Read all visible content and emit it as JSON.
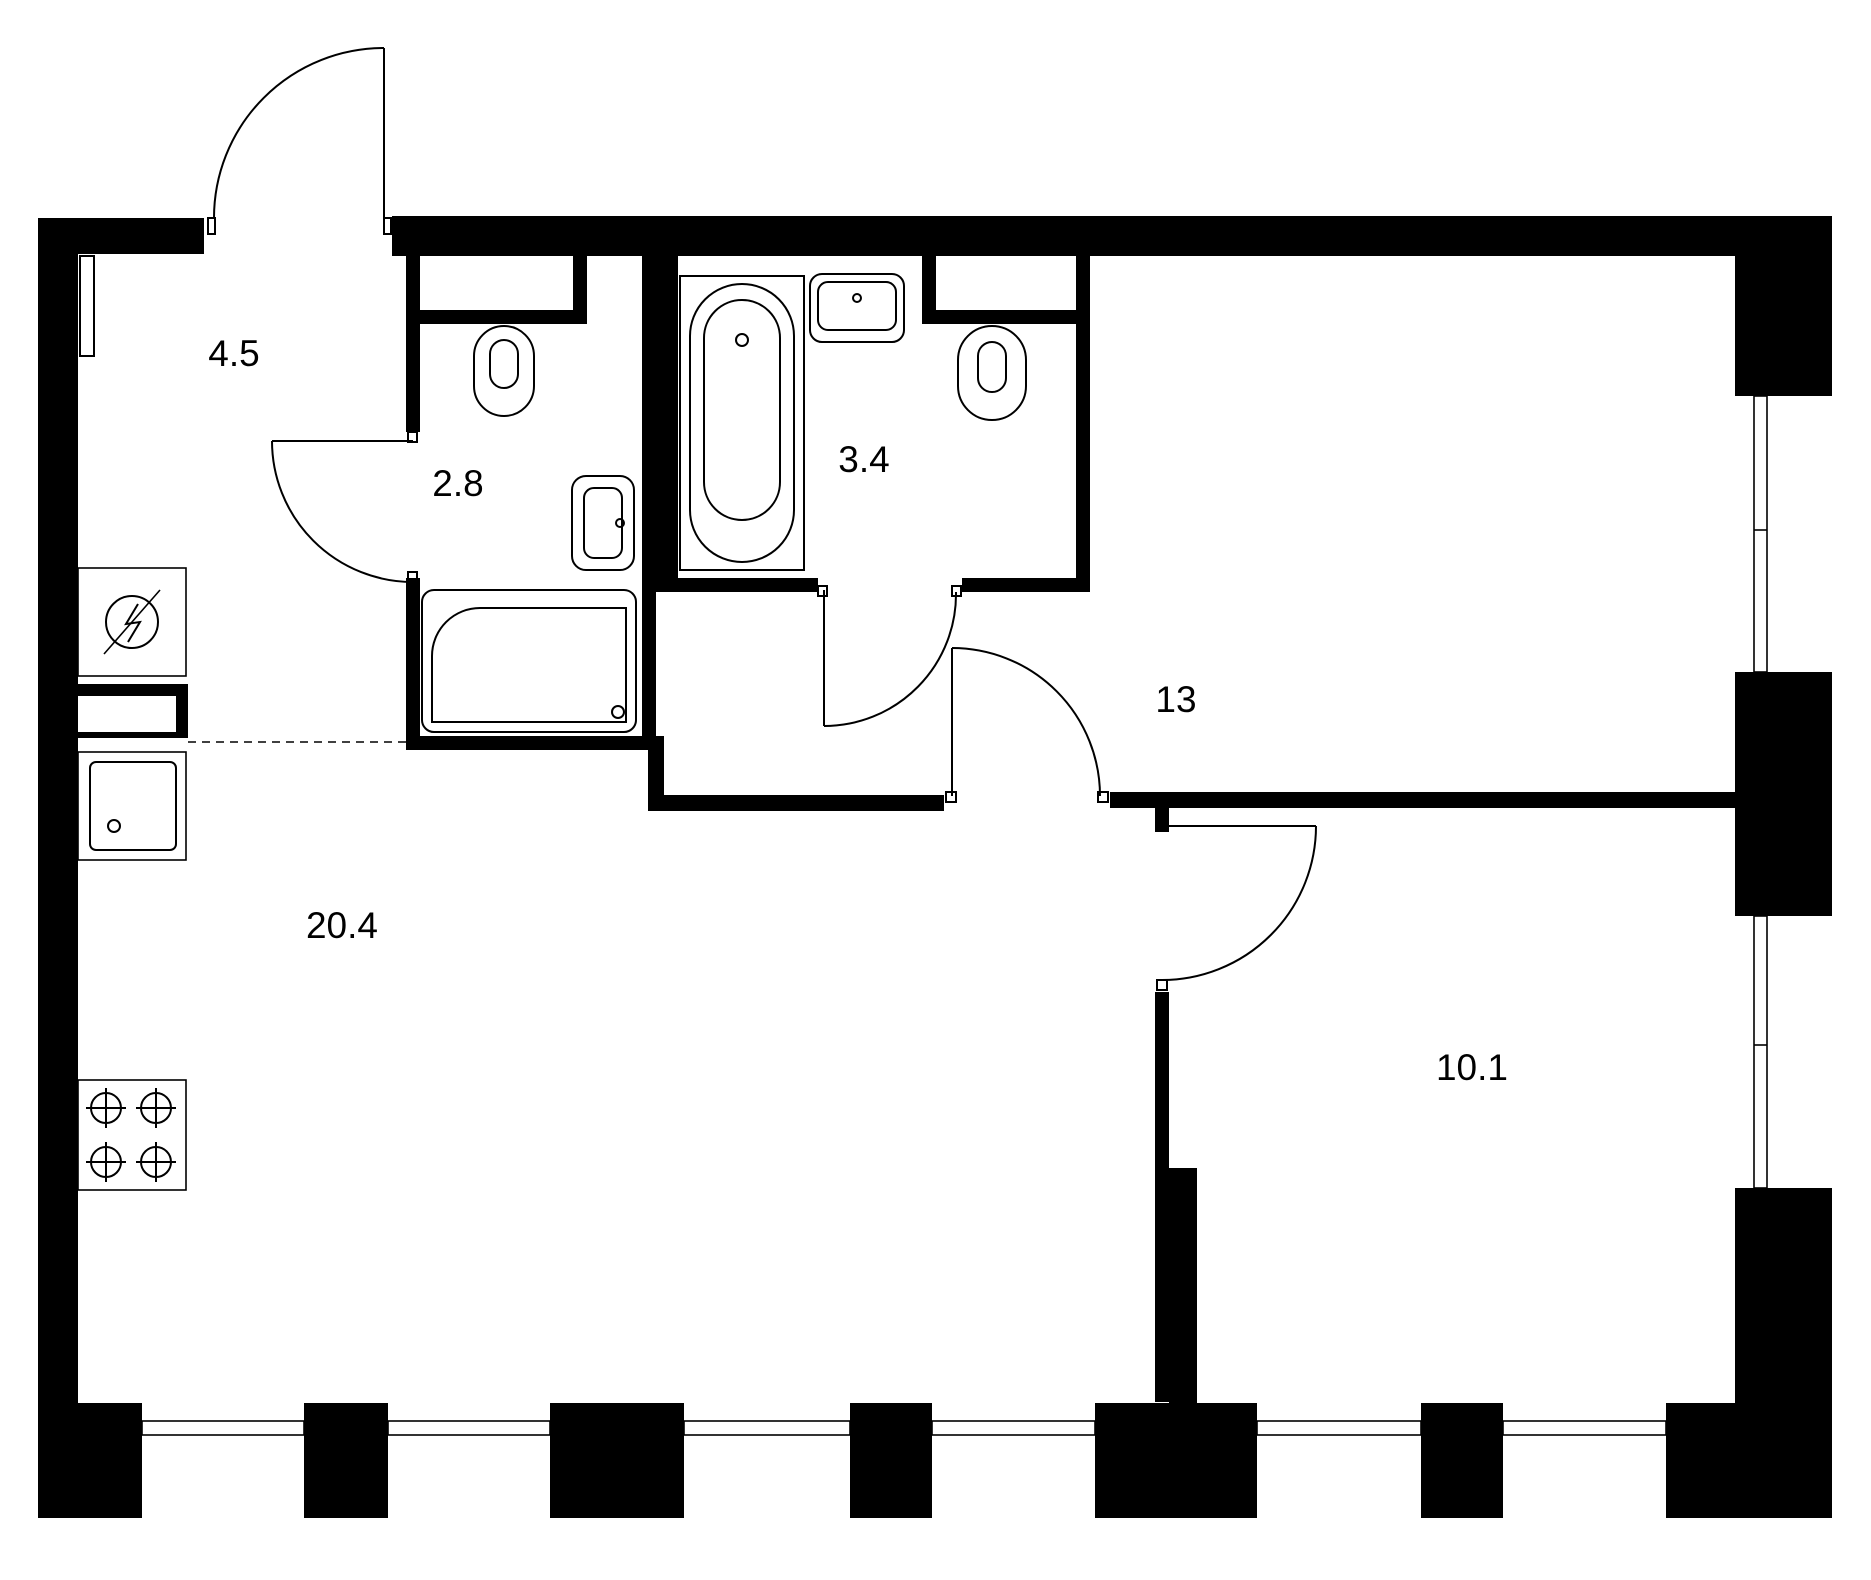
{
  "plan": {
    "colors": {
      "wall": "#000000",
      "background": "#ffffff"
    },
    "rooms": [
      {
        "id": "hall",
        "label": "4.5"
      },
      {
        "id": "bath-1",
        "label": "2.8"
      },
      {
        "id": "bath-2",
        "label": "3.4"
      },
      {
        "id": "bedroom-1",
        "label": "13"
      },
      {
        "id": "living-kitchen",
        "label": "20.4"
      },
      {
        "id": "bedroom-2",
        "label": "10.1"
      }
    ],
    "fixtures": [
      "toilet-icon",
      "sink-icon",
      "bathtub-icon",
      "shower-tray-icon",
      "kitchen-sink-icon",
      "stove-icon",
      "electric-panel-icon"
    ]
  }
}
